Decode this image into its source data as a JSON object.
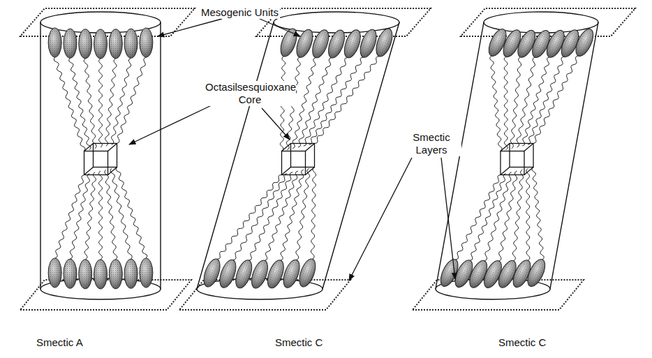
{
  "diagram": {
    "labels": [
      "Mesogenic Units",
      "Octasilsesquioxane Core",
      "Smectic Layers",
      "Smectic A",
      "Smectic C",
      "Smectic C"
    ]
  }
}
